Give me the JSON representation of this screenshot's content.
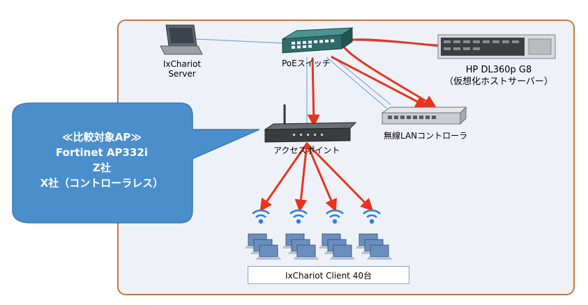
{
  "callout": {
    "title": "≪比較対象AP≫",
    "line1": "Fortinet AP332i",
    "line2": "Z社",
    "line3": "X社（コントローラレス）"
  },
  "labels": {
    "ixchariot_server_1": "IxChariot",
    "ixchariot_server_2": "Server",
    "poe_switch": "PoEスイッチ",
    "hp_server_1": "HP DL360p G8",
    "hp_server_2": "（仮想化ホストサーバー）",
    "wlan_controller": "無線LANコントローラ",
    "access_point": "アクセスポイント",
    "client": "IxChariot Client 40台"
  },
  "colors": {
    "frame": "#c4793d",
    "panel": "#eef2f8",
    "callout": "#4a8fcb",
    "arrow": "#e8341c",
    "link": "#7fa6d9",
    "wifi": "#2f7fd6"
  }
}
